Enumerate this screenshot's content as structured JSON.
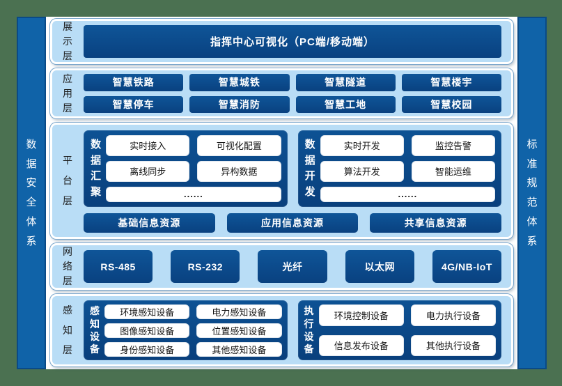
{
  "colors": {
    "frame_green": "#4b7151",
    "panel_blue": "#b9ddf6",
    "navy_light": "#0f5598",
    "navy_dark": "#094180",
    "sidebar_blue": "#1063a8"
  },
  "side_bars": {
    "left": "数据安全体系",
    "right": "标准规范体系"
  },
  "display_layer": {
    "label": "展示层",
    "box": "指挥中心可视化（PC端/移动端）"
  },
  "app_layer": {
    "label": "应用层",
    "items": [
      "智慧铁路",
      "智慧城铁",
      "智慧隧道",
      "智慧楼宇",
      "智慧停车",
      "智慧消防",
      "智慧工地",
      "智慧校园"
    ]
  },
  "platform_layer": {
    "label": "平台层",
    "groups": [
      {
        "label": "数据汇聚",
        "items": [
          "实时接入",
          "可视化配置",
          "离线同步",
          "异构数据"
        ],
        "more": "......"
      },
      {
        "label": "数据开发",
        "items": [
          "实时开发",
          "监控告警",
          "算法开发",
          "智能运维"
        ],
        "more": "......"
      }
    ],
    "resources": [
      "基础信息资源",
      "应用信息资源",
      "共享信息资源"
    ]
  },
  "network_layer": {
    "label": "网络层",
    "items": [
      "RS-485",
      "RS-232",
      "光纤",
      "以太网",
      "4G/NB-IoT"
    ]
  },
  "perception_layer": {
    "label": "感知层",
    "groups": [
      {
        "label": "感知设备",
        "items": [
          "环境感知设备",
          "电力感知设备",
          "图像感知设备",
          "位置感知设备",
          "身份感知设备",
          "其他感知设备"
        ]
      },
      {
        "label": "执行设备",
        "items": [
          "环境控制设备",
          "电力执行设备",
          "信息发布设备",
          "其他执行设备"
        ]
      }
    ]
  }
}
